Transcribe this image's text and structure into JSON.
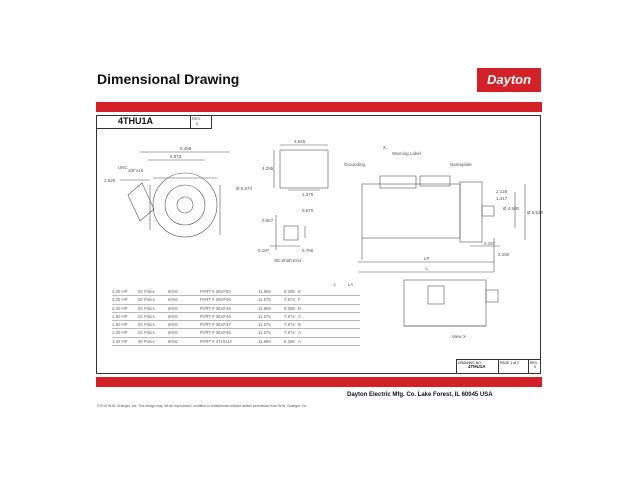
{
  "header": {
    "title": "Dimensional Drawing",
    "logo_text": "Dayton",
    "accent_color": "#d42027"
  },
  "part_box": {
    "part_number": "4THU1A",
    "rev_label": "REV.",
    "rev_value": "0"
  },
  "drawing_labels": {
    "dim_8468": "8.468",
    "dim_5873": "5.873",
    "dim_2625": "2.625",
    "dim_unc": "UNC",
    "dim_3_8_16": "3/8\"x16",
    "dim_4_5874": "Ø 5.874",
    "dim_4565": "4.565",
    "dim_4295": "4.295",
    "dim_1375": "1.375",
    "dim_0187": "0.187",
    "dim_0766": "0.766",
    "dim_0870": "0.870",
    "dim_0867": "0.867",
    "shaft_end": "SE Shaft End",
    "grounding": "Grounding",
    "warning_label": "Warning Label",
    "nameplate": "Nameplate",
    "dim_2125": "2.125",
    "dim_1417": "1.417",
    "dim_4500": "Ø 4.500",
    "dim_6629": "Ø 6.629",
    "dim_0157": "0.157",
    "dim_2250": "2.250",
    "dim_lp": "LP",
    "dim_l": "L",
    "view_x": "View X",
    "callout_x": "X"
  },
  "spec_table": {
    "headers": [
      "L",
      "LA"
    ],
    "rows": [
      [
        "2.00 HP",
        "02 Poles",
        "60Hz",
        "PART # 36VF50",
        "11.869",
        "8.268",
        "E"
      ],
      [
        "2.00 HP",
        "02 Poles",
        "60Hz",
        "PART # 36VF48",
        "11.575",
        "7.874",
        "F"
      ],
      [
        "2.00 HP",
        "04 Poles",
        "60Hz",
        "PART # 36VF49",
        "11.869",
        "8.268",
        "D"
      ],
      [
        "1.50 HP",
        "02 Poles",
        "60Hz",
        "PART # 36VF46",
        "11.575",
        "7.874",
        "C"
      ],
      [
        "1.50 HP",
        "04 Poles",
        "60Hz",
        "PART # 36VF47",
        "11.575",
        "7.874",
        "B"
      ],
      [
        "1.00 HP",
        "02 Poles",
        "60Hz",
        "PART # 36VF45",
        "11.575",
        "7.874",
        "A"
      ],
      [
        "1.00 HP",
        "06 Poles",
        "60Hz",
        "PART # 4THU1A",
        "11.869",
        "8.268",
        "A"
      ]
    ]
  },
  "title_block": {
    "drawing_no_label": "DRAWING NO.",
    "page_label": "PAGE 1 of 2",
    "rev_label": "REV.",
    "drawing_no": "4THU1A",
    "rev": "0"
  },
  "footer": {
    "company": "Dayton Electric Mfg. Co.  Lake Forest, IL  60045  USA",
    "copyright": "©2013 W.W. Grainger, Inc.   This design may not be reproduced, modified or redistributed without written permission from W.W. Grainger, Inc."
  }
}
